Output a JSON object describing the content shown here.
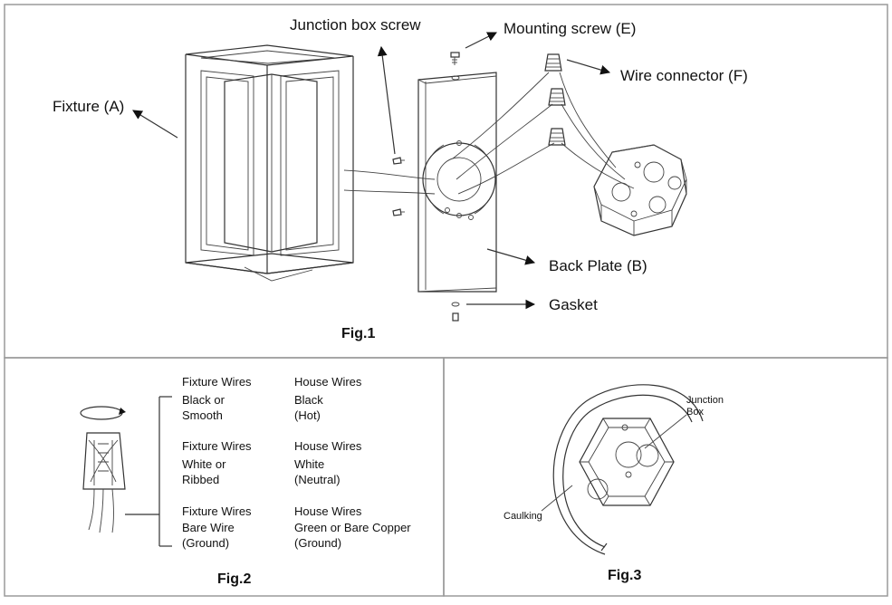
{
  "fig1": {
    "caption": "Fig.1",
    "labels": {
      "fixture": "Fixture (A)",
      "junction_screw": "Junction box screw",
      "mounting_screw": "Mounting screw (E)",
      "wire_connector": "Wire connector (F)",
      "back_plate": "Back Plate (B)",
      "gasket": "Gasket"
    }
  },
  "fig2": {
    "caption": "Fig.2",
    "rows": [
      {
        "fixture_head": "Fixture Wires",
        "fixture_lines": [
          "Black or",
          "Smooth"
        ],
        "house_head": "House Wires",
        "house_lines": [
          "Black",
          "(Hot)"
        ]
      },
      {
        "fixture_head": "Fixture Wires",
        "fixture_lines": [
          "White or",
          "Ribbed"
        ],
        "house_head": "House Wires",
        "house_lines": [
          "White",
          "(Neutral)"
        ]
      },
      {
        "fixture_head": "Fixture Wires",
        "fixture_lines": [
          "Bare Wire",
          "(Ground)"
        ],
        "house_head": "House Wires",
        "house_lines": [
          "Green or Bare Copper",
          "(Ground)"
        ]
      }
    ]
  },
  "fig3": {
    "caption": "Fig.3",
    "junction_label": [
      "Junction",
      "Box"
    ],
    "caulking_label": "Caulking"
  }
}
